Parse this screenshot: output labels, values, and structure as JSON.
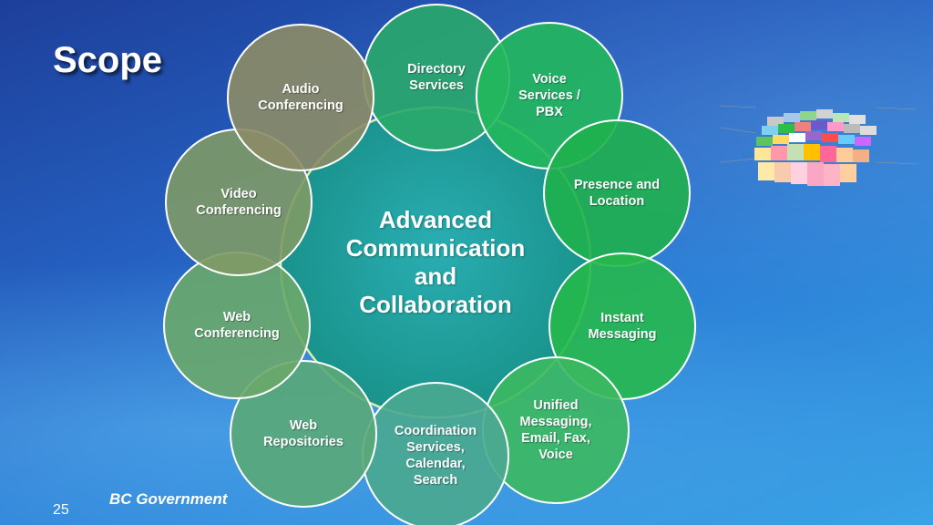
{
  "slide": {
    "title": "Scope",
    "footer_org": "BC Government",
    "page_number": "25"
  },
  "diagram": {
    "center": "Advanced\nCommunication\nand\nCollaboration",
    "nodes": [
      {
        "name": "node-directory-services",
        "label": "Directory\nServices",
        "color": "#2aa86a"
      },
      {
        "name": "node-voice-services-pbx",
        "label": "Voice\nServices /\nPBX",
        "color": "#22b85c"
      },
      {
        "name": "node-presence-and-location",
        "label": "Presence and\nLocation",
        "color": "#1fb04e"
      },
      {
        "name": "node-instant-messaging",
        "label": "Instant\nMessaging",
        "color": "#26b84c"
      },
      {
        "name": "node-unified-messaging",
        "label": "Unified\nMessaging,\nEmail, Fax,\nVoice",
        "color": "#3cb860"
      },
      {
        "name": "node-coordination-services",
        "label": "Coordination\nServices,\nCalendar,\nSearch",
        "color": "#4aa890"
      },
      {
        "name": "node-web-repositories",
        "label": "Web\nRepositories",
        "color": "#5aa878"
      },
      {
        "name": "node-web-conferencing",
        "label": "Web\nConferencing",
        "color": "#6aa86a"
      },
      {
        "name": "node-video-conferencing",
        "label": "Video\nConferencing",
        "color": "#7e9a66"
      },
      {
        "name": "node-audio-conferencing",
        "label": "Audio\nConferencing",
        "color": "#8c8c66"
      }
    ],
    "center_color": "#1fa2a0"
  }
}
